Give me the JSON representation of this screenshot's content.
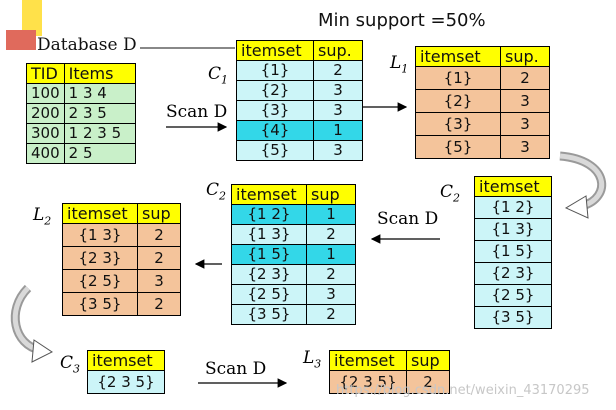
{
  "header": {
    "min_support": "Min support =50%",
    "database_label": "Database D"
  },
  "colors": {
    "header_yellow": "#ffff00",
    "db_green": "#c9f0c9",
    "cand_cyan": "#ccf5f8",
    "cand_highlight": "#33d7e8",
    "large_orange": "#f4c49b"
  },
  "database": {
    "headers": [
      "TID",
      "Items"
    ],
    "rows": [
      [
        "100",
        "1 3 4"
      ],
      [
        "200",
        "2 3 5"
      ],
      [
        "300",
        "1 2 3 5"
      ],
      [
        "400",
        "2 5"
      ]
    ]
  },
  "c1": {
    "label": "C",
    "sub": "1",
    "headers": [
      "itemset",
      "sup."
    ],
    "rows": [
      [
        "{1}",
        "2"
      ],
      [
        "{2}",
        "3"
      ],
      [
        "{3}",
        "3"
      ],
      [
        "{4}",
        "1"
      ],
      [
        "{5}",
        "3"
      ]
    ]
  },
  "l1": {
    "label": "L",
    "sub": "1",
    "headers": [
      "itemset",
      "sup."
    ],
    "rows": [
      [
        "{1}",
        "2"
      ],
      [
        "{2}",
        "3"
      ],
      [
        "{3}",
        "3"
      ],
      [
        "{5}",
        "3"
      ]
    ]
  },
  "c2a": {
    "label": "C",
    "sub": "2",
    "headers": [
      "itemset"
    ],
    "rows": [
      "{1 2}",
      "{1 3}",
      "{1 5}",
      "{2 3}",
      "{2 5}",
      "{3 5}"
    ]
  },
  "c2b": {
    "label": "C",
    "sub": "2",
    "headers": [
      "itemset",
      "sup"
    ],
    "rows": [
      [
        "{1 2}",
        "1"
      ],
      [
        "{1 3}",
        "2"
      ],
      [
        "{1 5}",
        "1"
      ],
      [
        "{2 3}",
        "2"
      ],
      [
        "{2 5}",
        "3"
      ],
      [
        "{3 5}",
        "2"
      ]
    ]
  },
  "l2": {
    "label": "L",
    "sub": "2",
    "headers": [
      "itemset",
      "sup"
    ],
    "rows": [
      [
        "{1 3}",
        "2"
      ],
      [
        "{2 3}",
        "2"
      ],
      [
        "{2 5}",
        "3"
      ],
      [
        "{3 5}",
        "2"
      ]
    ]
  },
  "c3": {
    "label": "C",
    "sub": "3",
    "headers": [
      "itemset"
    ],
    "rows": [
      "{2 3 5}"
    ]
  },
  "l3": {
    "label": "L",
    "sub": "3",
    "headers": [
      "itemset",
      "sup"
    ],
    "rows": [
      [
        "{2 3 5}",
        "2"
      ]
    ]
  },
  "scan_labels": {
    "scan1": "Scan D",
    "scan2": "Scan D",
    "scan3": "Scan D"
  },
  "watermark": "https://blog.csdn.net/weixin_43170295"
}
